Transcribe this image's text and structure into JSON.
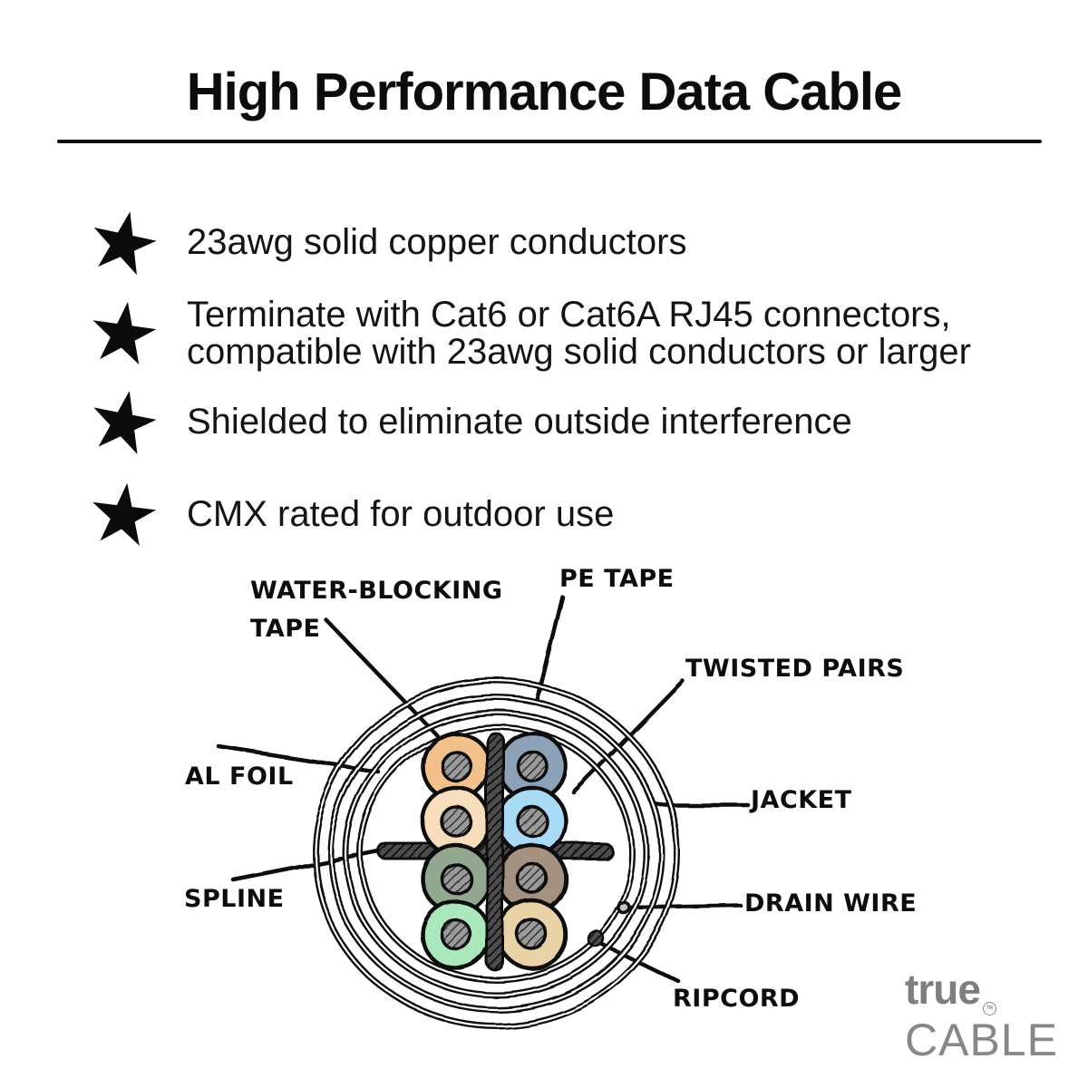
{
  "title": "High Performance Data Cable",
  "star_char": "★",
  "features": [
    "23awg solid copper conductors",
    "Terminate with Cat6 or Cat6A RJ45 connectors, compatible with 23awg solid conductors or larger",
    "Shielded to eliminate outside interference",
    "CMX rated for outdoor use"
  ],
  "diagram": {
    "type": "cable-cross-section",
    "labels": {
      "water_blocking_line1": "WATER-BLOCKING",
      "water_blocking_line2": "TAPE",
      "pe_tape": "PE TAPE",
      "twisted_pairs": "TWISTED PAIRS",
      "al_foil": "AL FOIL",
      "jacket": "JACKET",
      "spline": "SPLINE",
      "drain_wire": "DRAIN WIRE",
      "ripcord": "RIPCORD"
    },
    "conductors": [
      {
        "position": "row1-left",
        "color": "#f1c08b"
      },
      {
        "position": "row1-right",
        "color": "#8ba2b8"
      },
      {
        "position": "row2-left",
        "color": "#f7ddbc"
      },
      {
        "position": "row2-right",
        "color": "#a9dbf6"
      },
      {
        "position": "row3-left",
        "color": "#91a78f"
      },
      {
        "position": "row3-right",
        "color": "#a5917f"
      },
      {
        "position": "row4-left",
        "color": "#aae8bc"
      },
      {
        "position": "row4-right",
        "color": "#e9d3a6"
      }
    ],
    "ink_color": "#0d0d0d"
  },
  "logo": {
    "line1": "true",
    "tm": "TM",
    "line2": "CABLE",
    "color": "#7e7e7e"
  }
}
